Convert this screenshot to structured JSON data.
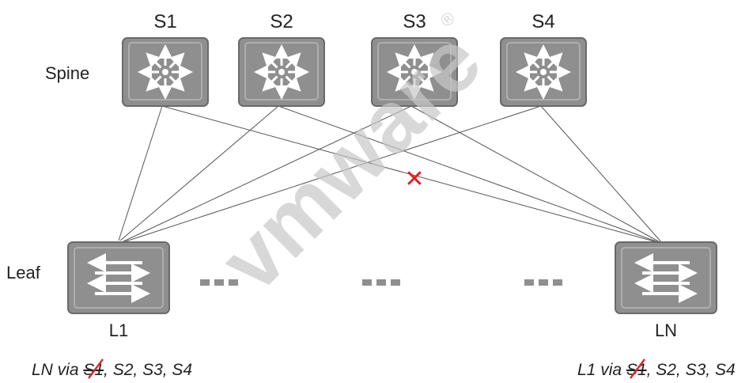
{
  "layer_labels": {
    "spine": "Spine",
    "leaf": "Leaf"
  },
  "spines": [
    {
      "label": "S1"
    },
    {
      "label": "S2"
    },
    {
      "label": "S3"
    },
    {
      "label": "S4"
    }
  ],
  "leaves": [
    {
      "label": "L1"
    },
    {
      "label": "LN"
    }
  ],
  "ellipsis": "...",
  "failed_link_marker": "✕",
  "captions": {
    "left": {
      "prefix": "LN via ",
      "struck": "S1",
      "rest": ", S2, S3, S4"
    },
    "right": {
      "prefix": "L1 via ",
      "struck": "S1",
      "rest": ", S2, S3, S4"
    }
  },
  "watermark": {
    "text": "vmware",
    "reg": "®"
  },
  "colors": {
    "device_fill": "#8f8f8f",
    "device_border": "#6a6a6a",
    "link": "#555555",
    "failed": "#e02020",
    "watermark": "#c8c8c8"
  }
}
